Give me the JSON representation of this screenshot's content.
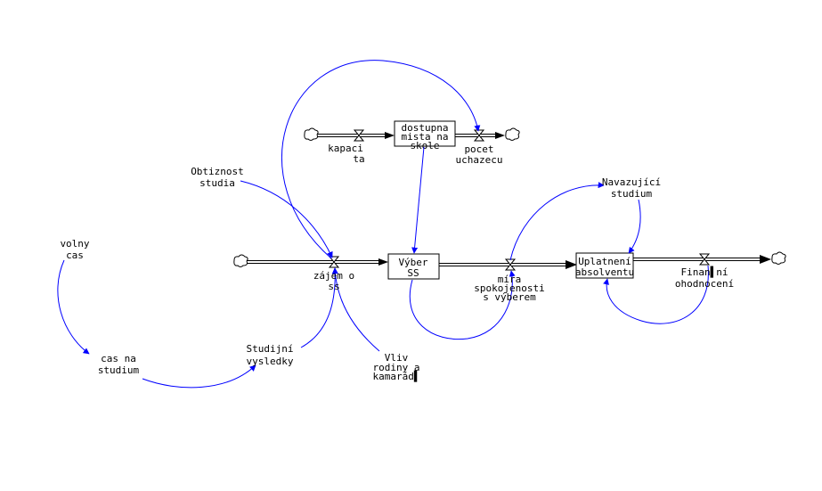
{
  "diagram": {
    "stocks": {
      "dostupna": [
        "dostupna",
        "mista na",
        "skole"
      ],
      "vyber": [
        "Výber",
        "SS"
      ],
      "uplatneni": [
        "Uplatnení",
        "absolventu"
      ]
    },
    "flows": {
      "kapacita": [
        "kapaci",
        "ta"
      ],
      "pocet_uchazecu": [
        "pocet",
        "uchazecu"
      ],
      "zajem_o_ss": [
        "zájem o",
        "ss"
      ],
      "mira_spokojenosti": [
        "míra",
        "spokojenosti",
        "s výberem"
      ],
      "financni_ohodnoceni": [
        "Finan▌ní",
        "ohodnocení"
      ]
    },
    "variables": {
      "obtiznost_studia": [
        "Obtiznost",
        "studia"
      ],
      "volny_cas": [
        "volny",
        "cas"
      ],
      "cas_na_studium": [
        "cas na",
        "studium"
      ],
      "studijni_vysledky": [
        "Studijní",
        "vysledky"
      ],
      "vliv_rodiny": [
        "Vliv",
        "rodiny a",
        "kamarád▌"
      ],
      "navazujici_studium": [
        "Navazující",
        "studium"
      ]
    }
  },
  "colors": {
    "link": "#0000ff",
    "structure": "#000000",
    "background": "#ffffff"
  },
  "icons": {
    "source_sink": "cloud-icon",
    "flow_valve": "valve-icon"
  }
}
